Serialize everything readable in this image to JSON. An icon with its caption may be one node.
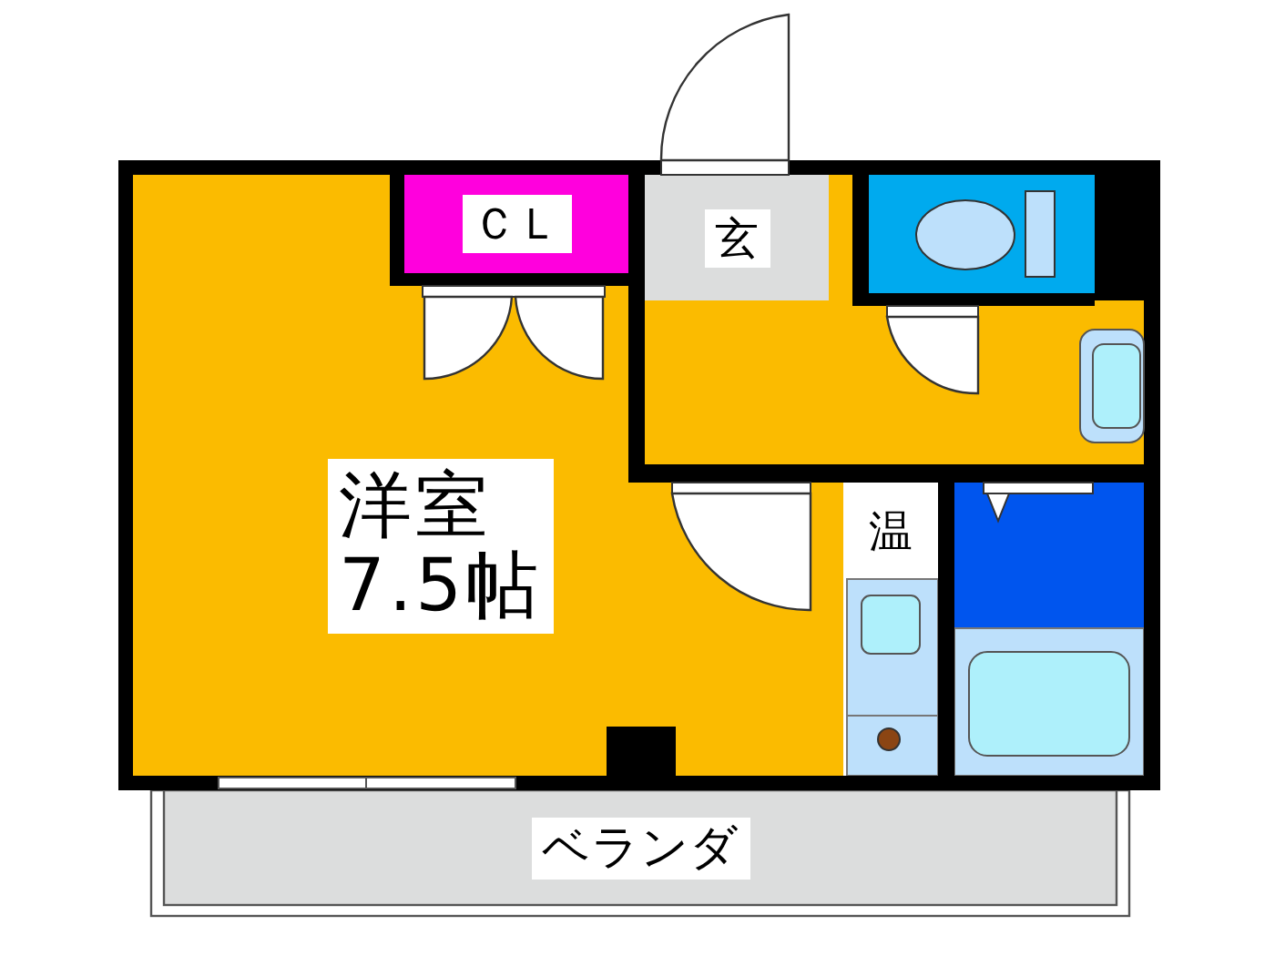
{
  "diagram": {
    "nodes": [
      {
        "text": [
          "洋室",
          "7.5帖"
        ]
      },
      {
        "text": [
          "ＣＬ"
        ]
      },
      {
        "text": [
          "玄"
        ]
      },
      {
        "text": [
          "温"
        ]
      },
      {
        "text": [
          "ベランダ"
        ]
      }
    ]
  }
}
